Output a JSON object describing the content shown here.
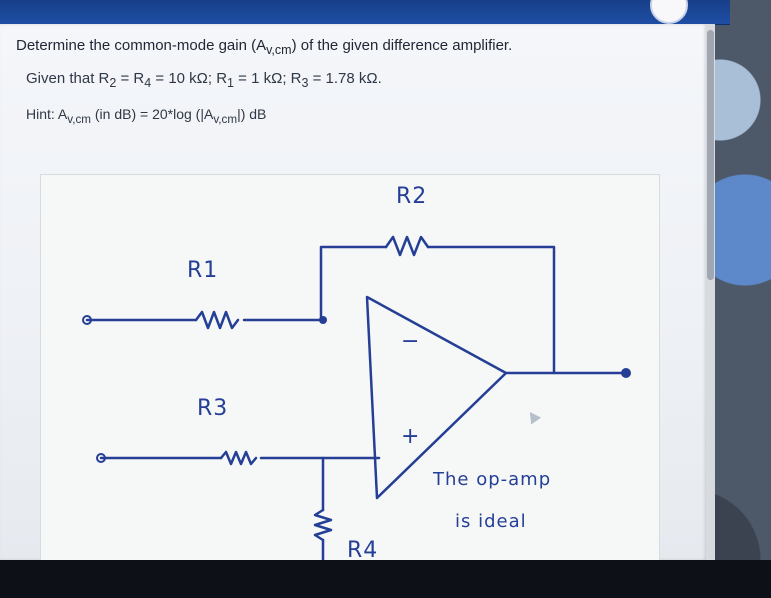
{
  "question": {
    "title": "Determine the common-mode gain (A",
    "title_sub": "v,cm",
    "title_end": ") of the given difference amplifier.",
    "given_prefix": "Given that R",
    "given_r2": "2",
    "given_mid1": " = R",
    "given_r4": "4",
    "given_mid2": " = 10 kΩ; R",
    "given_r1": "1",
    "given_mid3": " = 1 kΩ; R",
    "given_r3": "3",
    "given_end": " = 1.78 kΩ.",
    "hint_prefix": "Hint: A",
    "hint_sub": "v,cm",
    "hint_mid": " (in dB) = 20*log (|A",
    "hint_sub2": "v,cm",
    "hint_end": "|) dB"
  },
  "circuit": {
    "r1_label": "R1",
    "r2_label": "R2",
    "r3_label": "R3",
    "r4_label": "R4",
    "minus_sign": "−",
    "plus_sign": "+",
    "note_line1": "The op-amp",
    "note_line2": "is ideal"
  },
  "icons": {
    "cursor": "cursor-icon"
  },
  "colors": {
    "ink": "#243f95",
    "page": "#f4f6fa",
    "topbar": "#1e4ea4"
  }
}
